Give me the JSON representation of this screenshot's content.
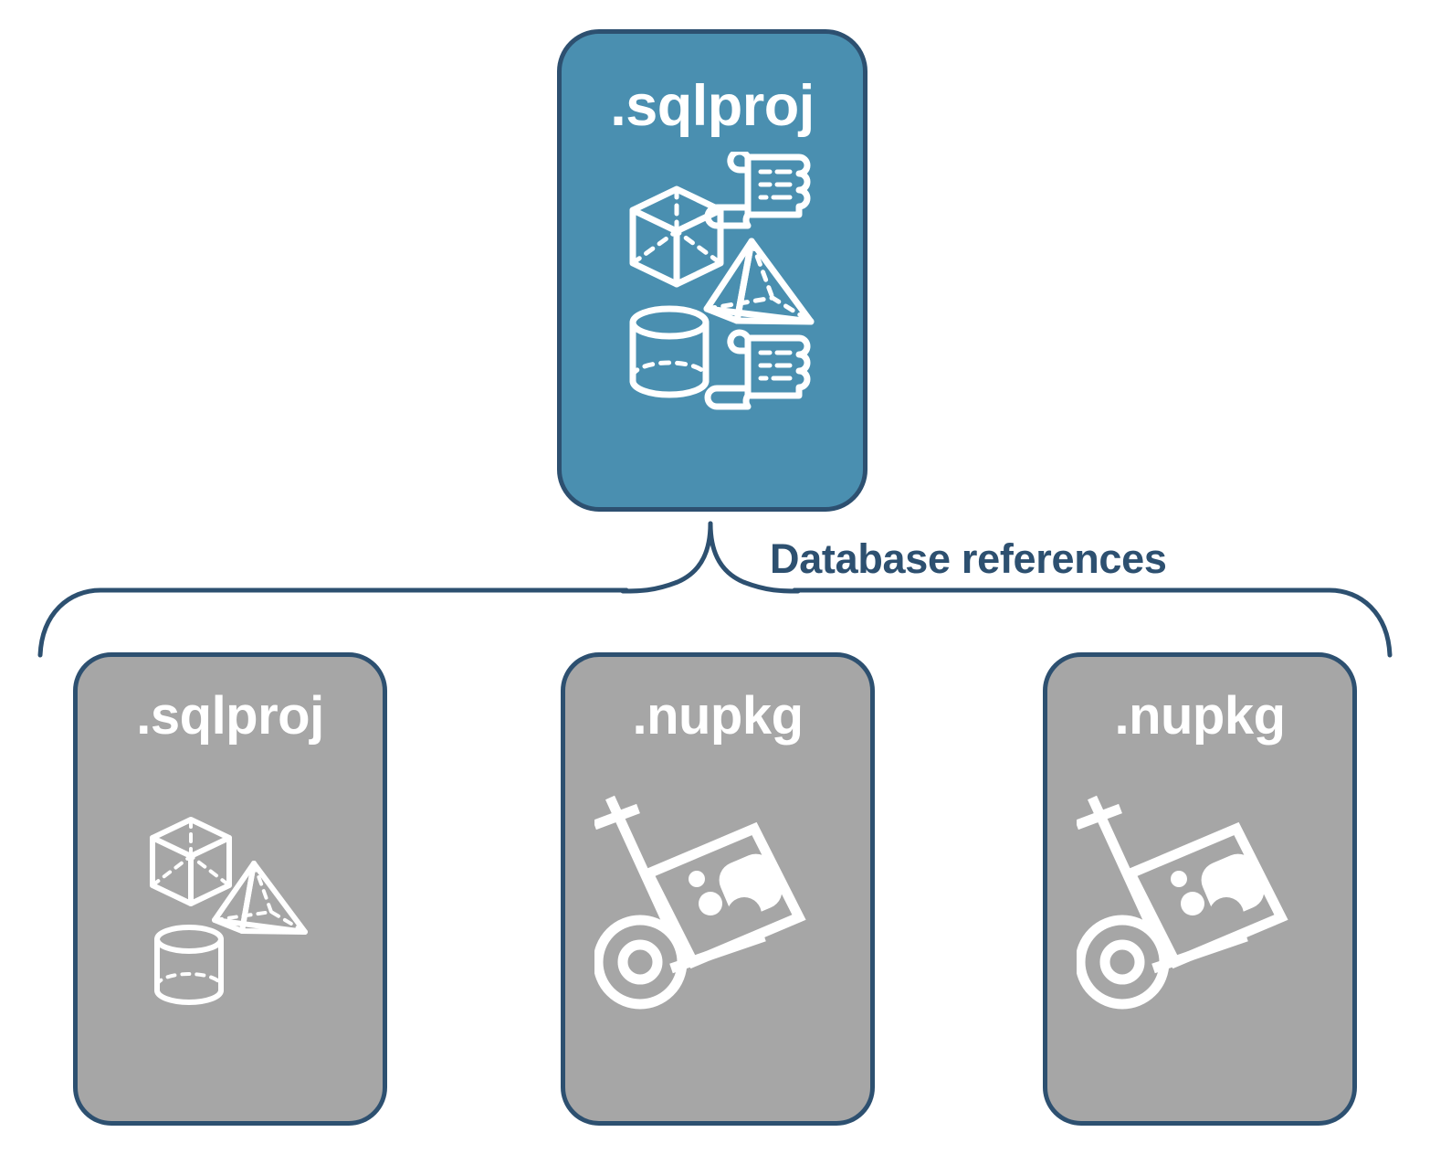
{
  "diagram": {
    "title": "Database references",
    "colors": {
      "primary_fill": "#4a8fb0",
      "secondary_fill": "#a6a6a6",
      "stroke": "#2d5070",
      "label_text": "#2d5070",
      "icon": "#ffffff",
      "background": "#ffffff"
    },
    "connector": {
      "label": "Database references",
      "style": "curly-brace",
      "from": "sqlproj-project",
      "to": [
        "sqlproj-reference",
        "nupkg-reference-1",
        "nupkg-reference-2"
      ]
    }
  },
  "primary": {
    "label": ".sqlproj",
    "icons": [
      "cube-icon",
      "pyramid-icon",
      "cylinder-icon",
      "script-scroll-icon",
      "script-scroll-icon"
    ]
  },
  "references": [
    {
      "label": ".sqlproj",
      "art": "database-objects",
      "icons": [
        "cube-icon",
        "pyramid-icon",
        "cylinder-icon"
      ]
    },
    {
      "label": ".nupkg",
      "art": "package-dolly",
      "icons": [
        "hand-truck-icon",
        "nuget-package-icon"
      ]
    },
    {
      "label": ".nupkg",
      "art": "package-dolly",
      "icons": [
        "hand-truck-icon",
        "nuget-package-icon"
      ]
    }
  ]
}
